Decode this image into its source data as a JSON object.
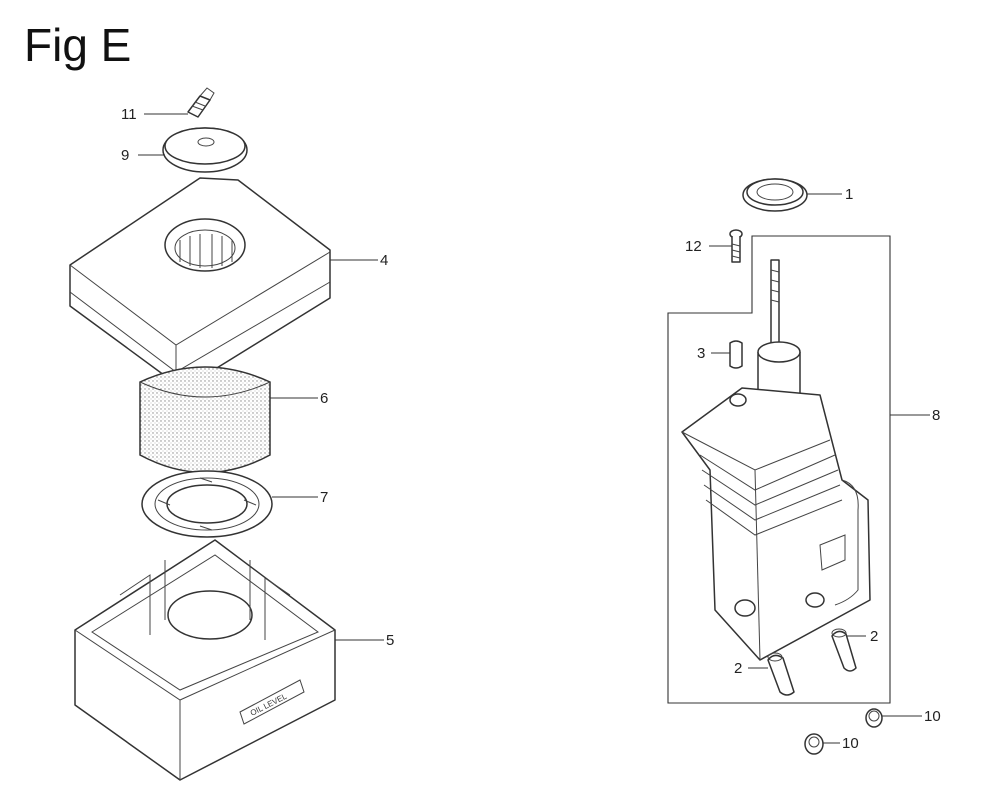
{
  "figure": {
    "title": "Fig E"
  },
  "callouts": {
    "c1": "1",
    "c2a": "2",
    "c2b": "2",
    "c3": "3",
    "c4": "4",
    "c5": "5",
    "c6": "6",
    "c7": "7",
    "c8": "8",
    "c9": "9",
    "c10a": "10",
    "c10b": "10",
    "c11": "11",
    "c12": "12"
  },
  "parts": {
    "label_on_case": "OIL LEVEL"
  },
  "colors": {
    "line": "#333333",
    "background": "#ffffff"
  }
}
